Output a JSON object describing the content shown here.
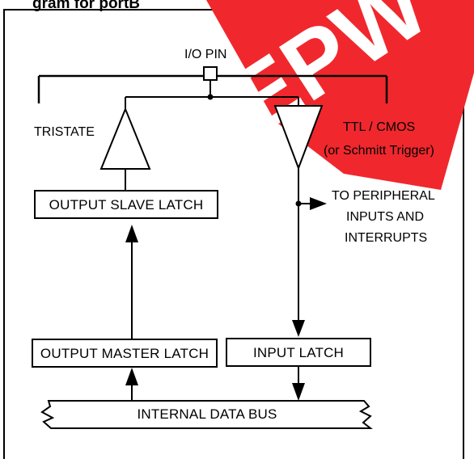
{
  "figure": {
    "title_fragment": "gram for portB"
  },
  "pin": {
    "label": "I/O PIN"
  },
  "labels": {
    "tristate": "TRISTATE",
    "ttl_cmos": "TTL / CMOS",
    "schmitt": "(or Schmitt Trigger)",
    "to_peripheral_1": "TO PERIPHERAL",
    "to_peripheral_2": "INPUTS AND",
    "to_peripheral_3": "INTERRUPTS"
  },
  "blocks": {
    "output_slave_latch": "OUTPUT SLAVE LATCH",
    "output_master_latch": "OUTPUT MASTER LATCH",
    "input_latch": "INPUT LATCH",
    "internal_data_bus": "INTERNAL DATA BUS"
  },
  "watermark": {
    "text": "EEPW",
    "color": "#f0282d"
  }
}
